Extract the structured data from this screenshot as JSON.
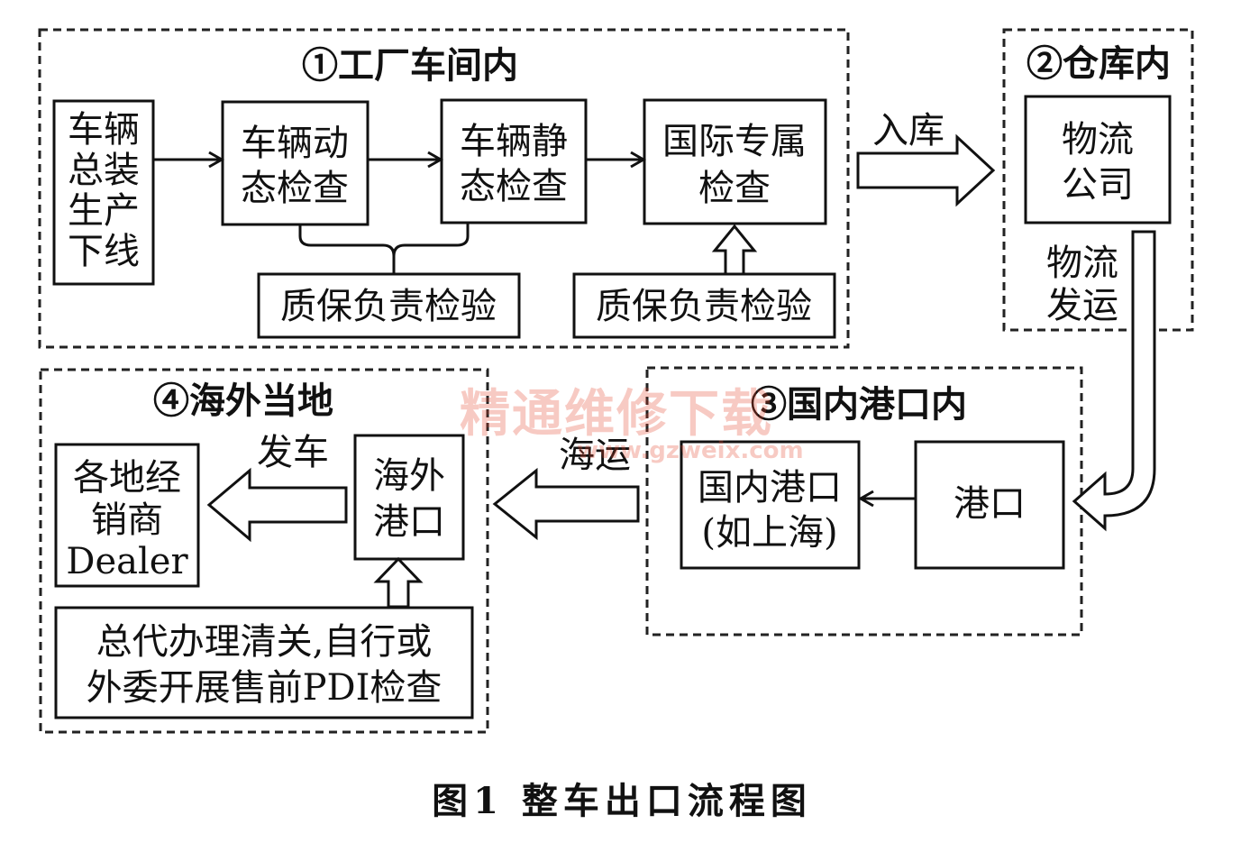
{
  "zones": {
    "factory": "①工厂车间内",
    "warehouse": "②仓库内",
    "domestic_port": "③国内港口内",
    "overseas": "④海外当地"
  },
  "boxes": {
    "assembly": [
      "车辆",
      "总装",
      "生产",
      "下线"
    ],
    "dynamic": [
      "车辆动",
      "态检查"
    ],
    "static": [
      "车辆静",
      "态检查"
    ],
    "intl": [
      "国际专属",
      "检查"
    ],
    "qa1": "质保负责检验",
    "qa2": "质保负责检验",
    "logistics_co": [
      "物流",
      "公司"
    ],
    "port": "港口",
    "domestic_port": [
      "国内港口",
      "(如上海)"
    ],
    "overseas_port": [
      "海外",
      "港口"
    ],
    "dealer": [
      "各地经",
      "销商",
      "Dealer"
    ],
    "customs": [
      "总代办理清关,自行或",
      "外委开展售前PDI检查"
    ]
  },
  "arrow_labels": {
    "warehousing": "入库",
    "logistics_ship": [
      "物流",
      "发运"
    ],
    "sea": "海运",
    "depart": "发车"
  },
  "caption": "图1 整车出口流程图",
  "watermark": {
    "title": "精通维修下载",
    "url": "www.gzweix.com"
  }
}
